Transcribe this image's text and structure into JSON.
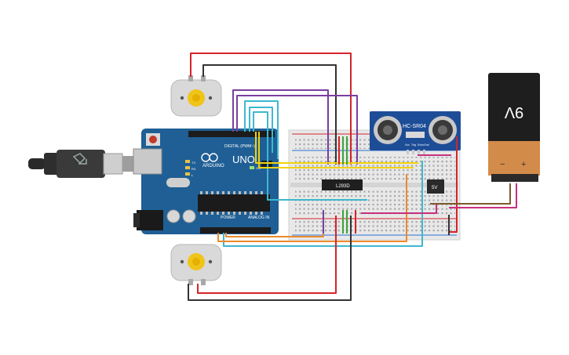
{
  "arduino": {
    "brand": "ARDUINO",
    "model": "UNO",
    "digital_header": "DIGITAL (PWM~)",
    "power_header": "POWER",
    "analog_header": "ANALOG IN",
    "led_tx": "TX",
    "led_rx": "RX",
    "led_l": "L",
    "led_on": "ON"
  },
  "sensor": {
    "model": "HC-SR04",
    "pins": [
      "Vcc",
      "Trig",
      "Echo",
      "Gnd"
    ]
  },
  "driver_chip": {
    "label": "L293D"
  },
  "regulator": {
    "label": "5V"
  },
  "battery": {
    "voltage_label": "9V",
    "minus": "−",
    "plus": "+"
  },
  "colors": {
    "arduino_board": "#1f5f95",
    "breadboard": "#e8e8e8",
    "battery_top": "#1e1e1e",
    "battery_bottom": "#d38b4a",
    "wire_red": "#d6232a",
    "wire_black": "#333333",
    "wire_purple": "#7a3ea0",
    "wire_teal": "#3db8cf",
    "wire_yellow": "#f1d20c",
    "wire_orange": "#ec8a2c",
    "wire_green": "#3ba33b",
    "wire_magenta": "#c6307f",
    "wire_brown": "#7a5a2a"
  }
}
